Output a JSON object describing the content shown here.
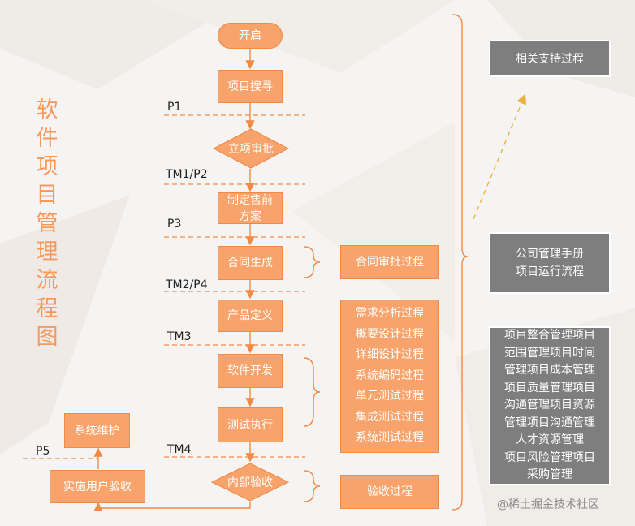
{
  "title": "软件项目管理流程图",
  "steps": {
    "start": "开启",
    "search": "项目搜寻",
    "approve": "立项审批",
    "presales": "制定售前方案",
    "contract": "合同生成",
    "product": "产品定义",
    "dev": "软件开发",
    "test": "测试执行",
    "internal": "内部验收",
    "user_accept": "实施用户验收",
    "maintain": "系统维护"
  },
  "milestones": {
    "p1": "P1",
    "tm1p2": "TM1/P2",
    "p3": "P3",
    "tm2p4": "TM2/P4",
    "tm3": "TM3",
    "tm4": "TM4",
    "p5": "P5"
  },
  "processes": {
    "contract_approval": "合同审批过程",
    "dev_processes": [
      "需求分析过程",
      "概要设计过程",
      "详细设计过程",
      "系统编码过程",
      "单元测试过程",
      "集成测试过程",
      "系统测试过程"
    ],
    "acceptance": "验收过程"
  },
  "support": {
    "related": "相关支持过程",
    "manual": [
      "公司管理手册",
      "项目运行流程"
    ],
    "areas": [
      "项目整合管理项目",
      "范围管理项目时间",
      "管理项目成本管理",
      "项目质量管理项目",
      "沟通管理项目资源",
      "管理项目沟通管理",
      "人才资源管理",
      "项目风险管理项目",
      "采购管理"
    ]
  },
  "watermark": "@稀土掘金技术社区",
  "colors": {
    "node_fill": "#f7a36b",
    "node_border": "#f08a45",
    "gray_fill": "#7e7e7e",
    "title": "#f49a5e"
  }
}
